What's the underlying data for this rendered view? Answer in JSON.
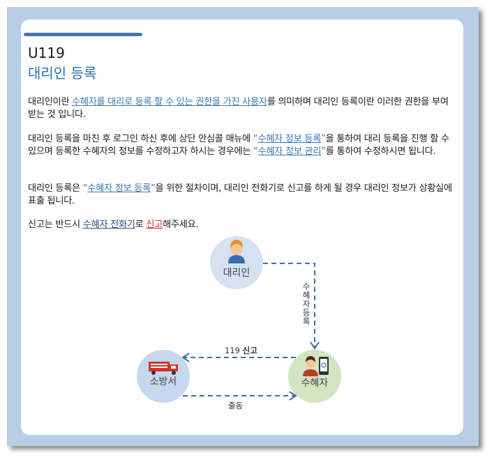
{
  "header": {
    "code": "U119",
    "title": "대리인 등록"
  },
  "paragraphs": {
    "p1": {
      "t1": "대리인이란 ",
      "link1": "수혜자를 대리로 등록 할 수 있는 권한을 가진 사용자",
      "t2": "를 의미하며 대리인 등록이란 이러한 권한을 부여 받는 것 입니다."
    },
    "p2": {
      "t1": "대리인 등록을 마친 후 로그인 하신 후에 상단 안심콜 매뉴에 ",
      "q_open1": "“",
      "link1": "수혜자 정보 등록",
      "q_close1": "”",
      "t2": "을 통하여 대리 등록을 진행 할 수 있으며 등록한 수혜자의 정보를 수정하고자 하시는 경우에는 ",
      "q_open2": "“",
      "link2": "수혜자 정보 관리",
      "q_close2": "”",
      "t3": "를 통하여 수정하시면 됩니다."
    },
    "p3": {
      "t1": "대리인 등록은 ",
      "q_open1": "“",
      "link1": "수혜자 정보 등록",
      "q_close1": "”",
      "t2": "을 위한 절차이며, 대리인 전화기로 신고를 하게 될 경우 대리인 정보가 상황실에 표출 됩니다."
    },
    "p4": {
      "t1": "신고는 반드시 ",
      "link1": "수혜자 전화기",
      "t2": "로 ",
      "link2": "신고",
      "t3": "해주세요."
    }
  },
  "diagram": {
    "nodes": {
      "agent": "대리인",
      "fire": "소방서",
      "beneficiary": "수혜자"
    },
    "edges": {
      "agent_to_beneficiary": "수혜자등록",
      "report_num": "119 ",
      "report_word": "신고",
      "dispatch": "출동"
    },
    "colors": {
      "agent_circle": "#d6e2f2",
      "fire_circle": "#c6d8ee",
      "beneficiary_circle": "#d3e4c2",
      "arrow": "#3f6da8"
    },
    "icons": [
      "person-icon",
      "fire-truck-icon",
      "person-with-phone-icon"
    ]
  }
}
